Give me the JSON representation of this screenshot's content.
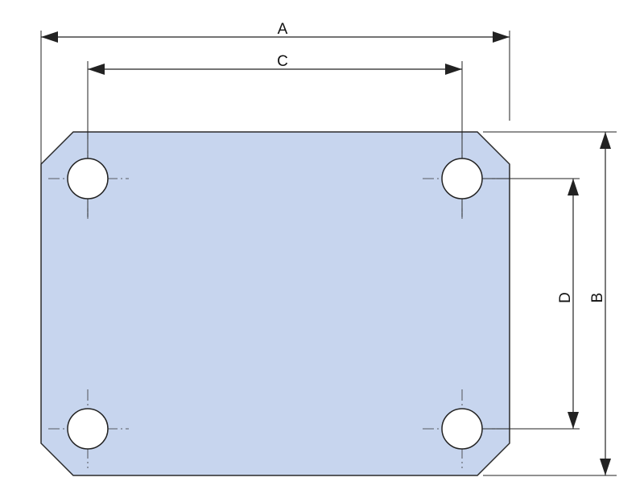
{
  "colors": {
    "plate_fill": "#c7d5ee",
    "plate_stroke": "#2a2a2a",
    "line": "#222222",
    "hole_fill": "#ffffff"
  },
  "dimensions": {
    "a": "A",
    "b": "B",
    "c": "C",
    "d": "D"
  }
}
